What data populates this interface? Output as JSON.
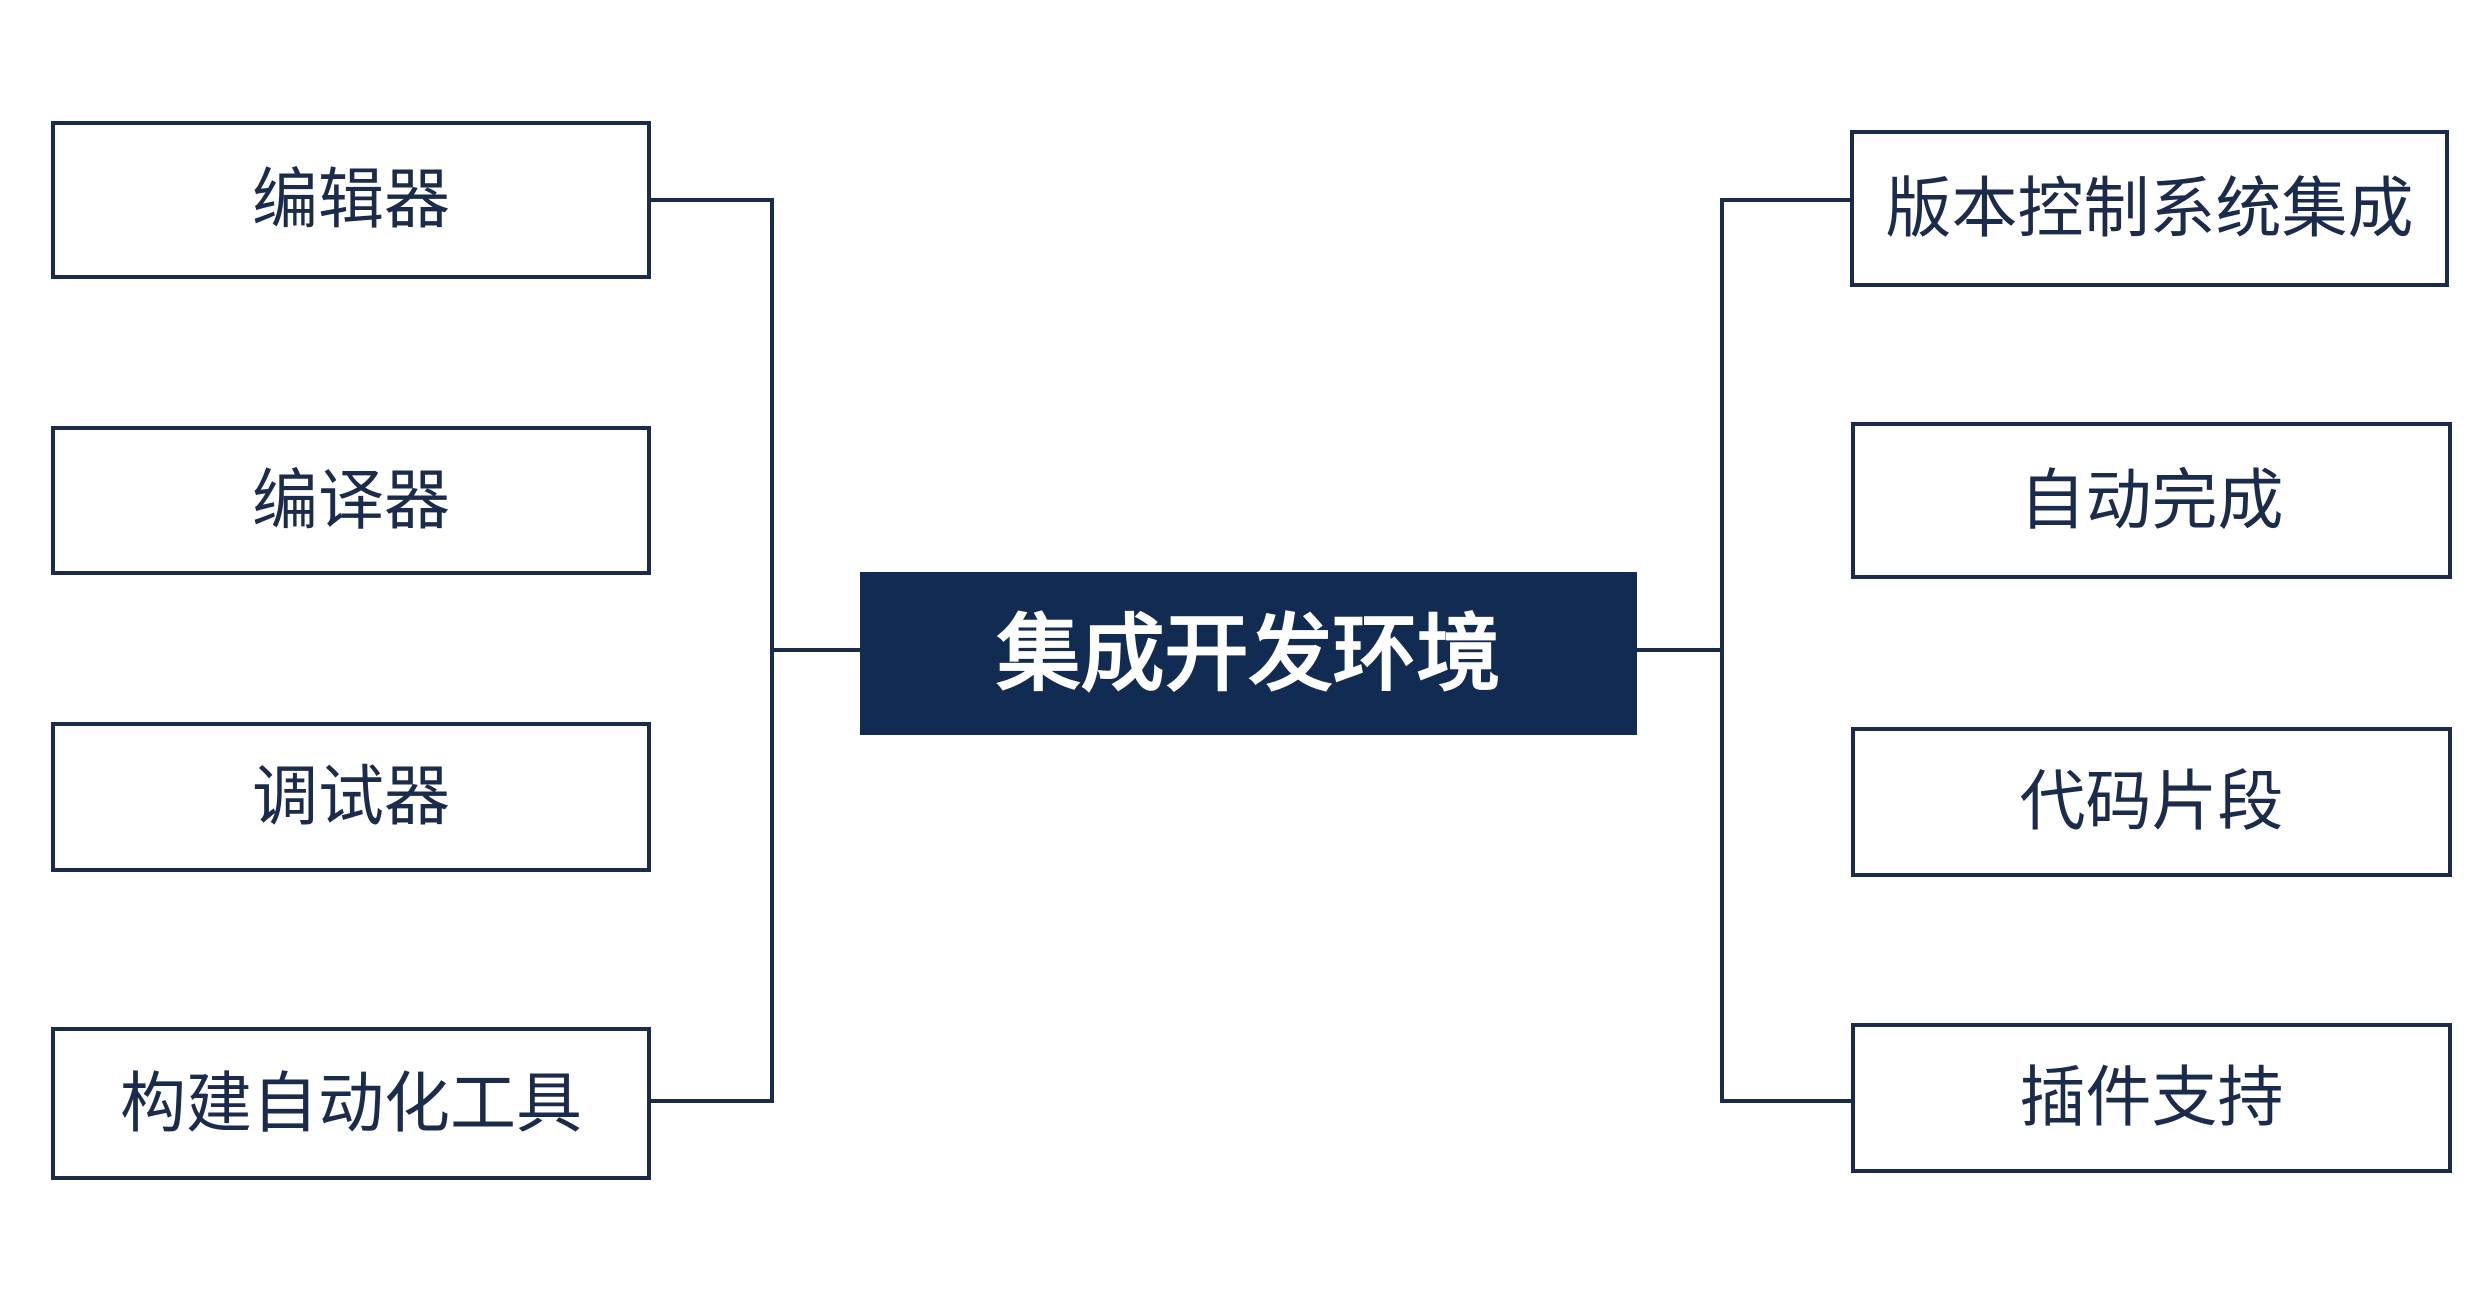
{
  "center": {
    "label": "集成开发环境"
  },
  "left": [
    {
      "label": "编辑器"
    },
    {
      "label": "编译器"
    },
    {
      "label": "调试器"
    },
    {
      "label": "构建自动化工具"
    }
  ],
  "right": [
    {
      "label": "版本控制系统集成"
    },
    {
      "label": "自动完成"
    },
    {
      "label": "代码片段"
    },
    {
      "label": "插件支持"
    }
  ],
  "colors": {
    "center_fill": "#122b52",
    "line": "#1b2b4b",
    "node_text": "#1b2b4b",
    "center_text": "#ffffff"
  }
}
